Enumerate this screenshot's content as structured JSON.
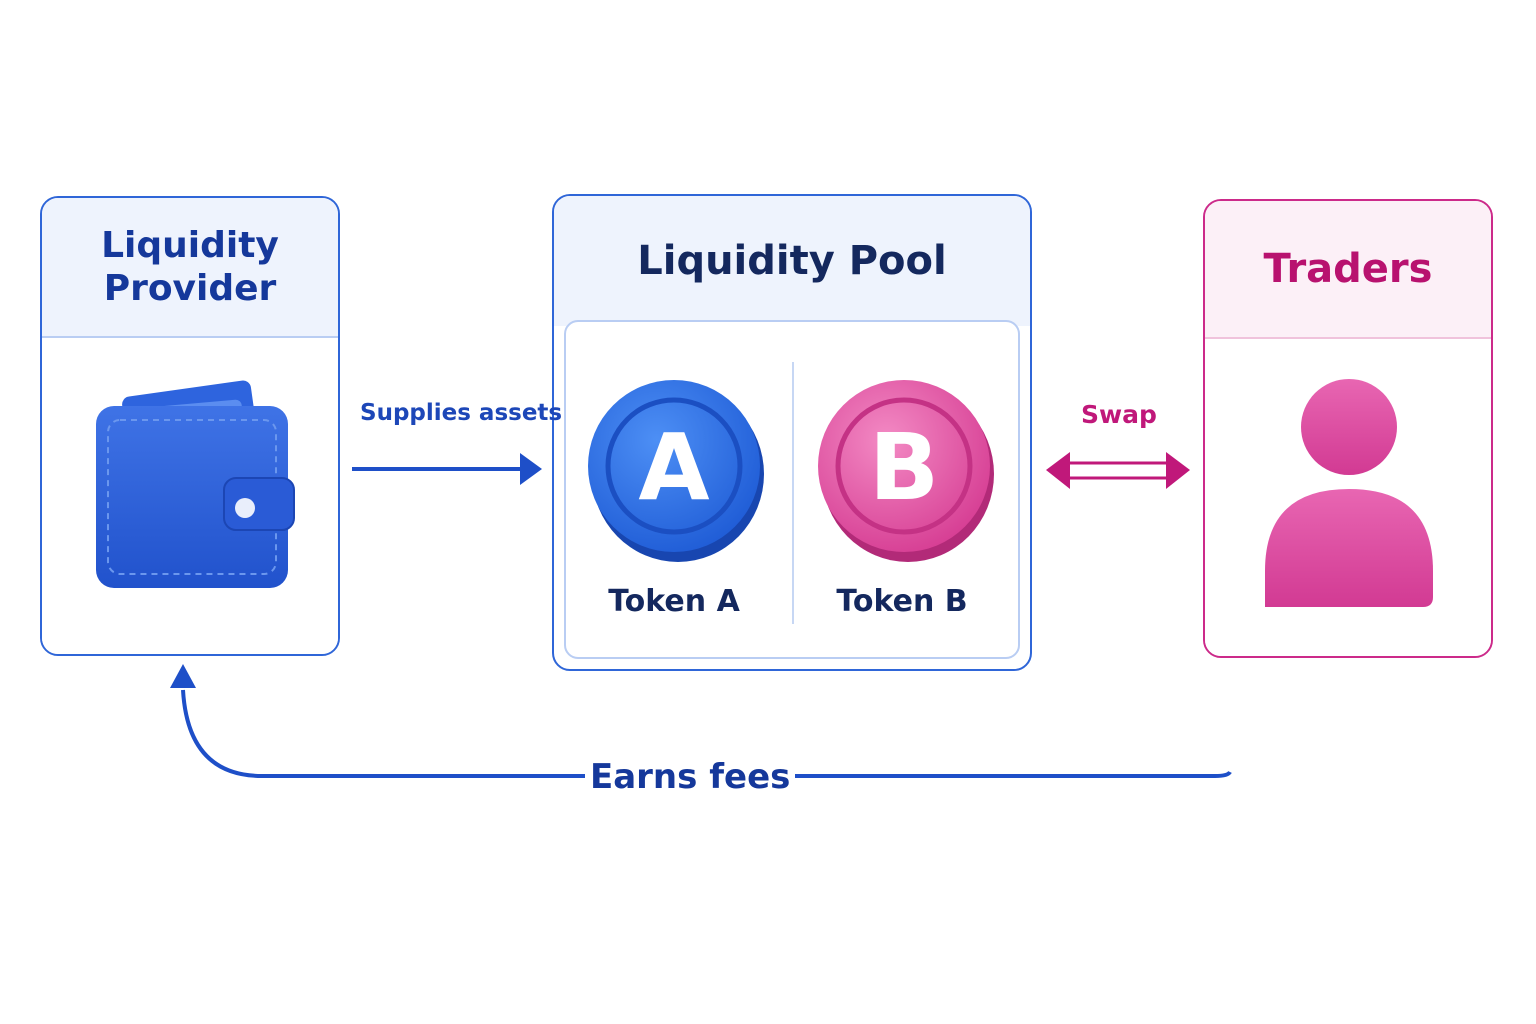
{
  "provider": {
    "title": "Liquidity Provider",
    "icon": "wallet-icon"
  },
  "pool": {
    "title": "Liquidity Pool",
    "tokens": [
      {
        "letter": "A",
        "label": "Token A",
        "color": "#2a6ee6"
      },
      {
        "letter": "B",
        "label": "Token B",
        "color": "#e04aa0"
      }
    ]
  },
  "traders": {
    "title": "Traders",
    "icon": "user-icon"
  },
  "flows": {
    "supplies": "Supplies assets",
    "swap": "Swap",
    "fees": "Earns fees"
  },
  "colors": {
    "blue": "#2f66d8",
    "navy": "#15389b",
    "pink": "#cc2a8a"
  }
}
